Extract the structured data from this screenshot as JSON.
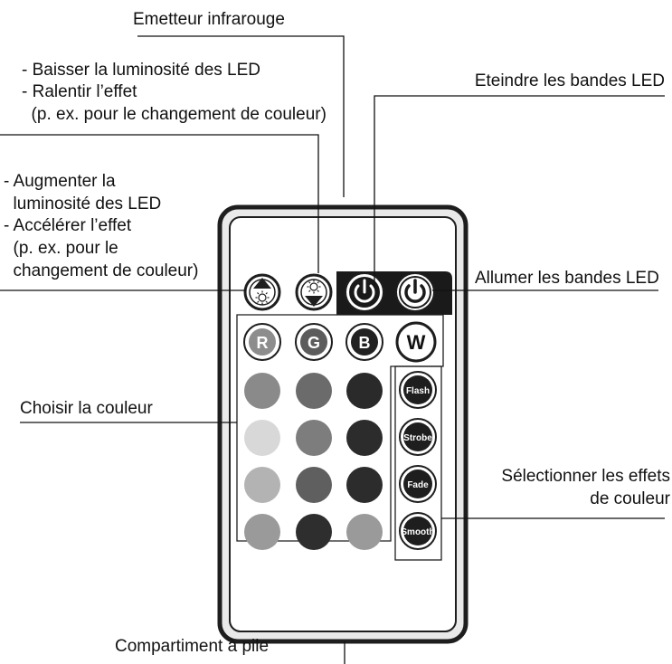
{
  "labels": {
    "emitter": "Emetteur infrarouge",
    "decrease": [
      "- Baisser la luminosité des LED",
      "- Ralentir l’effet",
      "  (p. ex. pour le changement de couleur)"
    ],
    "increase": [
      "- Augmenter la",
      "  luminosité des LED",
      "- Accélérer l’effet",
      "  (p. ex. pour le",
      "  changement de couleur)"
    ],
    "off": "Eteindre les bandes LED",
    "on": "Allumer les bandes LED",
    "color": "Choisir la couleur",
    "effects": [
      "Sélectionner les effets",
      "de couleur"
    ],
    "battery": "Compartiment à pile"
  },
  "remote": {
    "rgbw_buttons": [
      "R",
      "G",
      "B",
      "W"
    ],
    "effect_buttons": [
      "Flash",
      "Strobe",
      "Fade",
      "Smooth"
    ],
    "color_grid": [
      [
        "#8a8a8a",
        "#6b6b6b",
        "#2a2a2a"
      ],
      [
        "#d8d8d8",
        "#7d7d7d",
        "#2c2c2c"
      ],
      [
        "#b3b3b3",
        "#5f5f5f",
        "#2c2c2c"
      ],
      [
        "#9a9a9a",
        "#2e2e2e",
        "#9a9a9a"
      ]
    ],
    "rgb_button_fills": [
      "#8d8d8d",
      "#5c5c5c",
      "#222222"
    ]
  }
}
